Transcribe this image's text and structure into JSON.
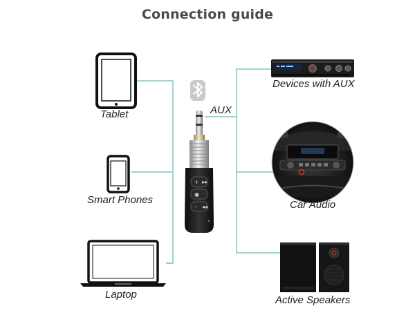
{
  "title": "Connection guide",
  "labels": {
    "tablet": "Tablet",
    "smart_phones": "Smart Phones",
    "laptop": "Laptop",
    "aux": "AUX",
    "devices_with_aux": "Devices with AUX",
    "car_audio": "Car Audio",
    "active_speakers": "Active Speakers"
  },
  "colors": {
    "connector_line": "#7fc9c4",
    "device_body": "#1c1c1c",
    "bluetooth_badge": "#c9c9c9"
  }
}
